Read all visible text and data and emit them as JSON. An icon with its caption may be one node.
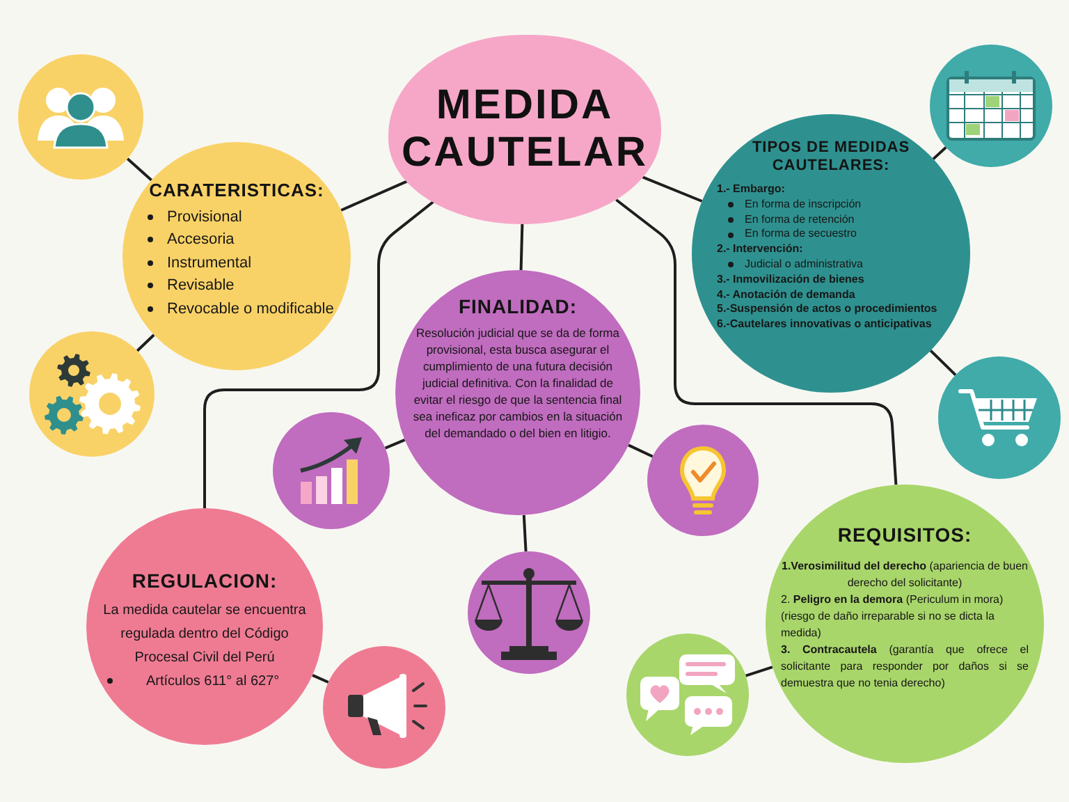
{
  "diagram": {
    "nodes": [
      {
        "text": [
          "MEDIDA CAUTELAR"
        ]
      },
      {
        "text": [
          "CARATERISTICAS:",
          "Provisional",
          "Accesoria",
          "Instrumental",
          "Revisable",
          "Revocable o modificable"
        ]
      },
      {
        "text": [],
        "shape": "circle"
      },
      {
        "text": [],
        "shape": "circle"
      },
      {
        "text": [
          "TIPOS DE MEDIDAS CAUTELARES:",
          "1.- Embargo:",
          "En forma de inscripción",
          "En forma de retención",
          "En forma de secuestro",
          "2.- Intervención:",
          "Judicial o administrativa",
          "3.- Inmovilización de bienes",
          "4.- Anotación de demanda",
          "5.-Suspensión de actos o procedimientos",
          "6.-Cautelares innovativas o anticipativas"
        ]
      },
      {
        "text": [],
        "shape": "circle"
      },
      {
        "text": [],
        "shape": "circle"
      },
      {
        "text": [
          "FINALIDAD:",
          "Resolución judicial que se da de forma provisional, esta busca asegurar el cumplimiento de una futura decisión judicial definitiva. Con la finalidad de evitar el riesgo de que la sentencia final sea ineficaz por cambios en la situación del demandado o del bien en litigio."
        ]
      },
      {
        "text": [],
        "shape": "circle"
      },
      {
        "text": [],
        "shape": "circle"
      },
      {
        "text": [],
        "shape": "circle"
      },
      {
        "text": [
          "REGULACION:",
          "La medida cautelar se encuentra regulada dentro del Código Procesal Civil del Perú",
          "Artículos 611° al 627°"
        ]
      },
      {
        "text": [],
        "shape": "circle"
      },
      {
        "text": [
          "REQUISITOS:",
          "**1.Verosimilitud del derecho** (apariencia de buen derecho del solicitante)",
          "2. **Peligro en la demora** (Periculum in mora) (riesgo de daño irreparable si no se dicta la medida)",
          "**3. Contracautela** (garantía que ofrece el solicitante para responder por daños si se demuestra que no tenia derecho)"
        ]
      },
      {
        "text": [],
        "shape": "circle"
      }
    ],
    "edges": [
      {
        "from": 0,
        "to": 1,
        "arrow": "none"
      },
      {
        "from": 1,
        "to": 2,
        "arrow": "none"
      },
      {
        "from": 1,
        "to": 3,
        "arrow": "none"
      },
      {
        "from": 0,
        "to": 4,
        "arrow": "none"
      },
      {
        "from": 4,
        "to": 5,
        "arrow": "none"
      },
      {
        "from": 4,
        "to": 6,
        "arrow": "none"
      },
      {
        "from": 0,
        "to": 7,
        "arrow": "none"
      },
      {
        "from": 0,
        "to": 11,
        "arrow": "none"
      },
      {
        "from": 0,
        "to": 13,
        "arrow": "none"
      },
      {
        "from": 7,
        "to": 8,
        "arrow": "none"
      },
      {
        "from": 7,
        "to": 9,
        "arrow": "none"
      },
      {
        "from": 7,
        "to": 10,
        "arrow": "none"
      },
      {
        "from": 11,
        "to": 12,
        "arrow": "none"
      },
      {
        "from": 13,
        "to": 14,
        "arrow": "none"
      }
    ]
  }
}
